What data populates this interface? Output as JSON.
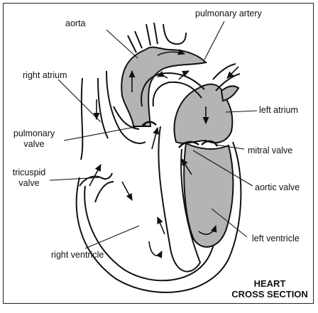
{
  "diagram": {
    "labels": {
      "aorta": "aorta",
      "pulmonary_artery": "pulmonary artery",
      "right_atrium": "right atrium",
      "left_atrium": "left atrium",
      "pulmonary_valve_line1": "pulmonary",
      "pulmonary_valve_line2": "valve",
      "mitral_valve": "mitral valve",
      "tricuspid_valve_line1": "tricuspid",
      "tricuspid_valve_line2": "valve",
      "aortic_valve": "aortic valve",
      "left_ventricle": "left ventricle",
      "right_ventricle": "right ventricle"
    },
    "title_line1": "HEART",
    "title_line2": "CROSS SECTION",
    "colors": {
      "oxygenated_fill": "#b4b4b4",
      "outline": "#111111",
      "background": "#ffffff"
    }
  }
}
